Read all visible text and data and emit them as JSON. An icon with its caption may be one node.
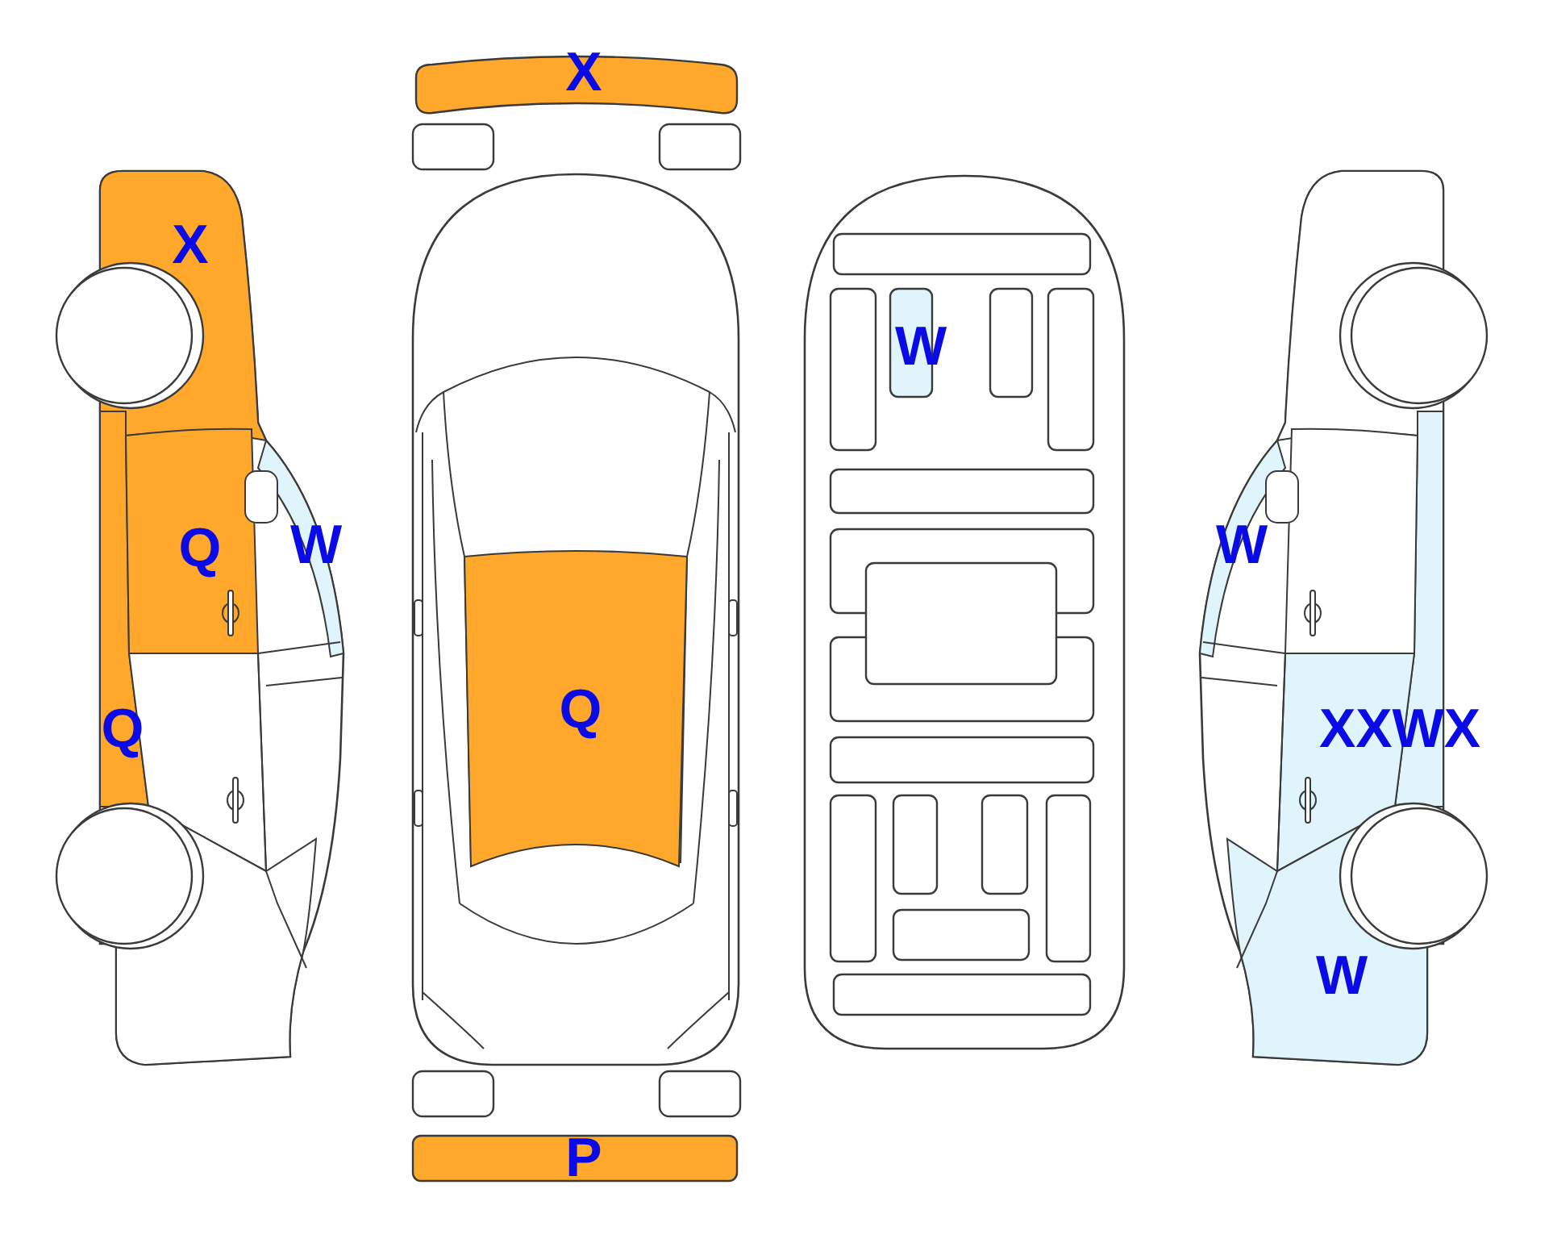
{
  "diagram": {
    "labels": [
      "X",
      "X",
      "W",
      "Q",
      "W",
      "W",
      "Q",
      "Q",
      "XXWX",
      "W",
      "P"
    ]
  }
}
